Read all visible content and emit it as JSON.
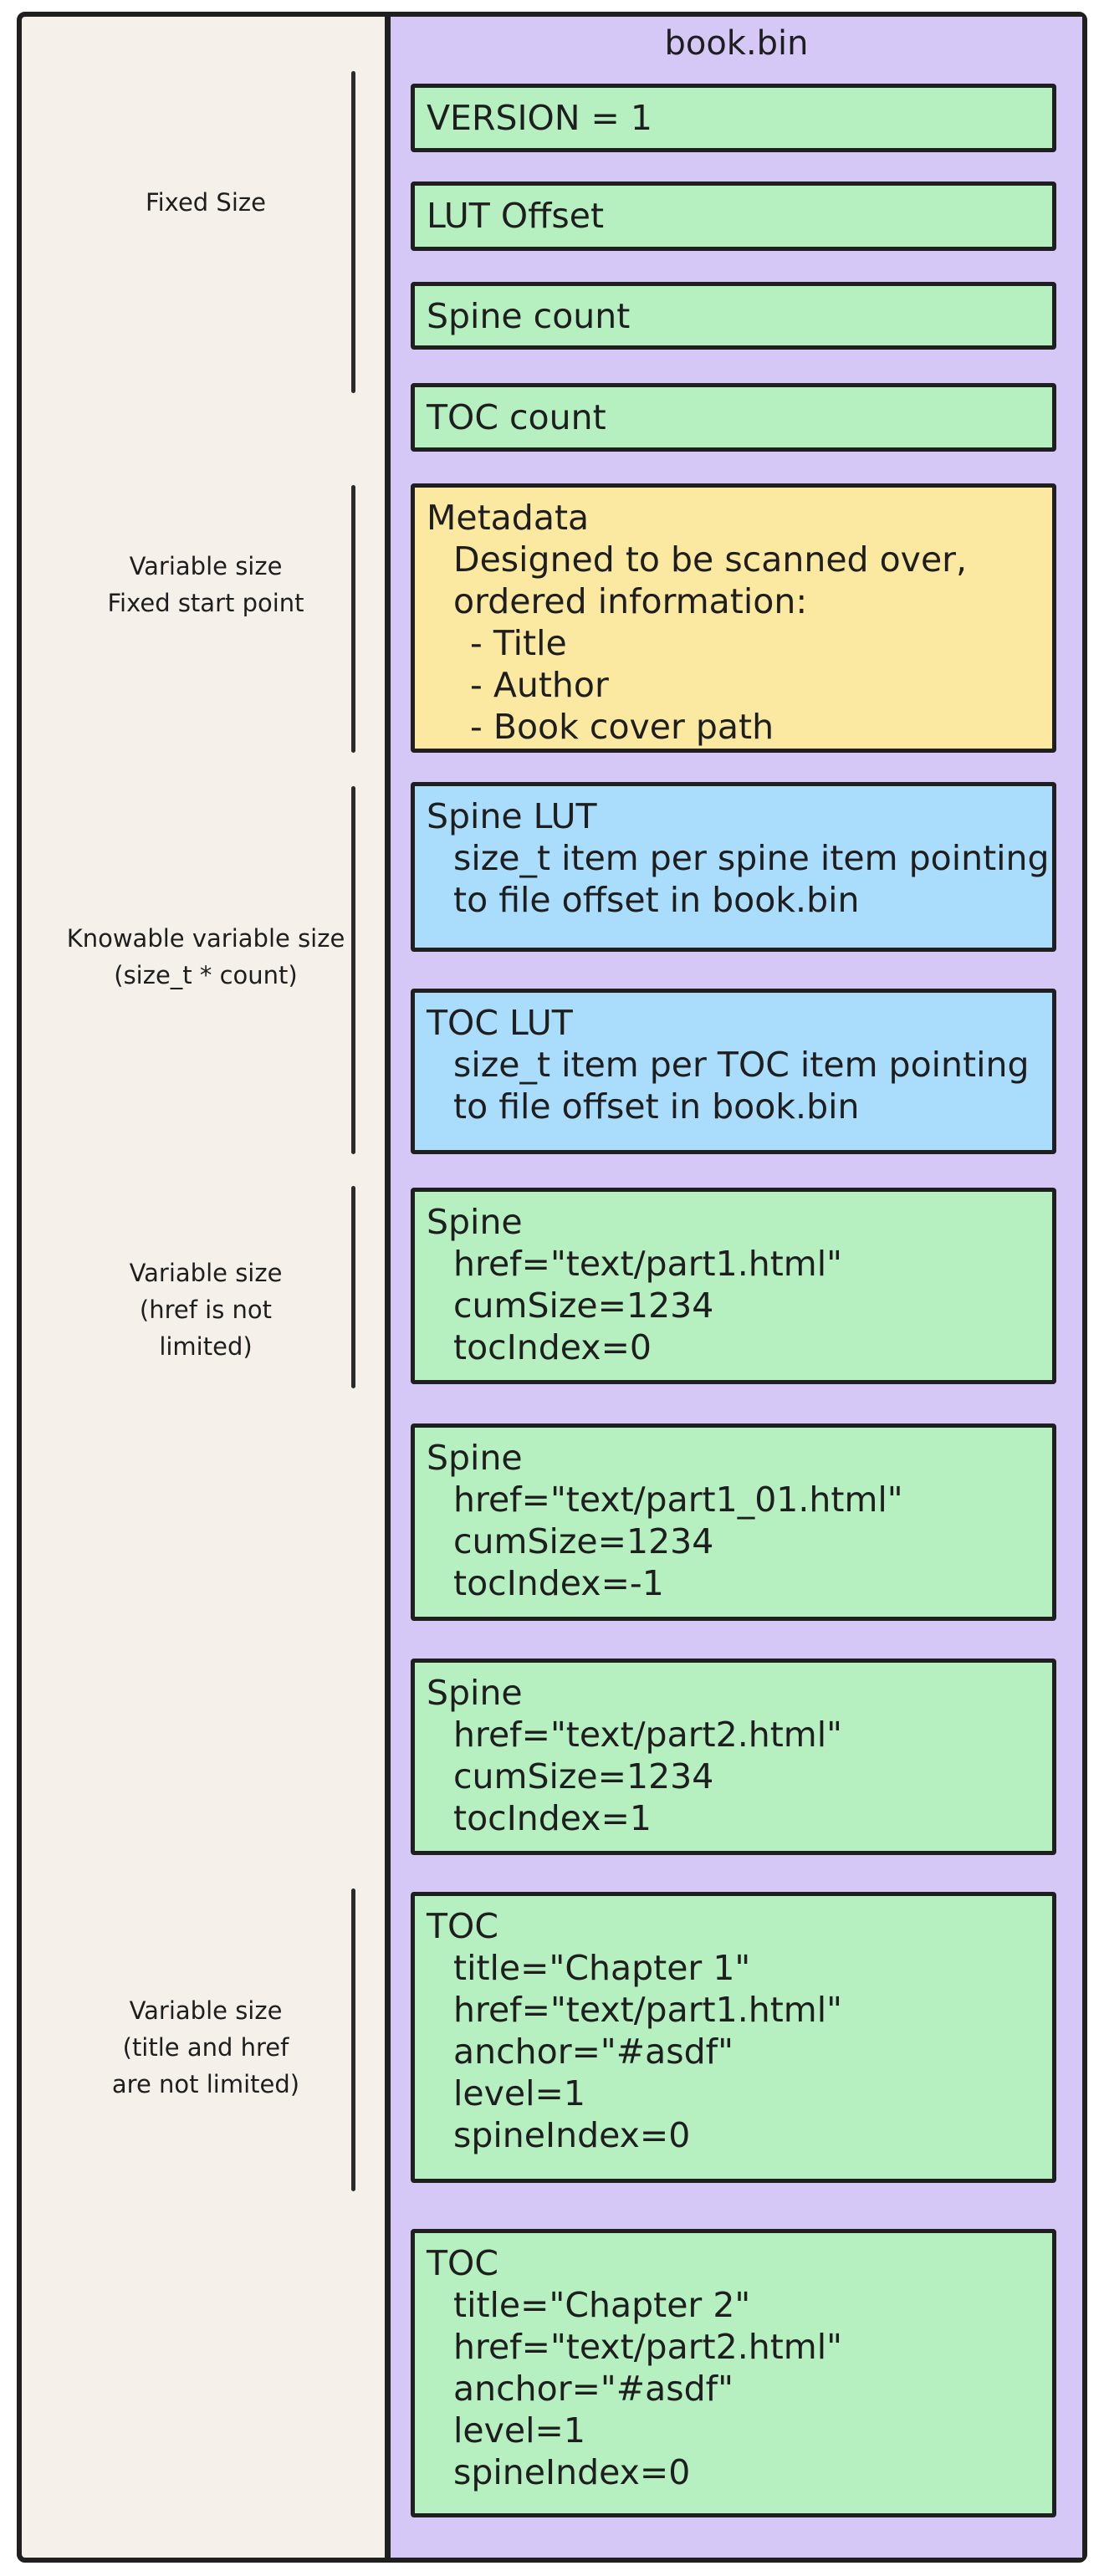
{
  "palette": {
    "stroke": "#1f1f1f",
    "cream": "#f5f0ea",
    "purple": "#d5c8f7",
    "green": "#b6f0c0",
    "yellow": "#fbe9a1",
    "blue": "#aadcfb"
  },
  "file": {
    "title": "book.bin"
  },
  "side_labels": [
    {
      "lines": [
        "Fixed Size"
      ]
    },
    {
      "lines": [
        "Variable size",
        "Fixed start point"
      ]
    },
    {
      "lines": [
        "Knowable variable size",
        "(size_t * count)"
      ]
    },
    {
      "lines": [
        "Variable size",
        "(href is not",
        "limited)"
      ]
    },
    {
      "lines": [
        "Variable size",
        "(title and href",
        "are not limited)"
      ]
    }
  ],
  "blocks": [
    {
      "id": "version",
      "color": "green",
      "lines": [
        {
          "ind": 0,
          "t": "VERSION = 1"
        }
      ]
    },
    {
      "id": "lut-offset",
      "color": "green",
      "lines": [
        {
          "ind": 0,
          "t": "LUT Offset"
        }
      ]
    },
    {
      "id": "spine-count",
      "color": "green",
      "lines": [
        {
          "ind": 0,
          "t": "Spine count"
        }
      ]
    },
    {
      "id": "toc-count",
      "color": "green",
      "lines": [
        {
          "ind": 0,
          "t": "TOC count"
        }
      ]
    },
    {
      "id": "metadata",
      "color": "yellow",
      "lines": [
        {
          "ind": 0,
          "t": "Metadata"
        },
        {
          "ind": 1,
          "t": "Designed to be scanned over,"
        },
        {
          "ind": 1,
          "t": "ordered information:"
        },
        {
          "ind": 2,
          "t": "- Title"
        },
        {
          "ind": 2,
          "t": "- Author"
        },
        {
          "ind": 2,
          "t": "- Book cover path"
        }
      ]
    },
    {
      "id": "spine-lut",
      "color": "blue",
      "lines": [
        {
          "ind": 0,
          "t": "Spine LUT"
        },
        {
          "ind": 1,
          "t": "size_t item per spine item pointing"
        },
        {
          "ind": 1,
          "t": "to file offset in book.bin"
        }
      ]
    },
    {
      "id": "toc-lut",
      "color": "blue",
      "lines": [
        {
          "ind": 0,
          "t": "TOC LUT"
        },
        {
          "ind": 1,
          "t": "size_t item per TOC item pointing"
        },
        {
          "ind": 1,
          "t": "to file offset in book.bin"
        }
      ]
    },
    {
      "id": "spine-1",
      "color": "green",
      "lines": [
        {
          "ind": 0,
          "t": "Spine"
        },
        {
          "ind": 1,
          "t": "href=\"text/part1.html\""
        },
        {
          "ind": 1,
          "t": "cumSize=1234"
        },
        {
          "ind": 1,
          "t": "tocIndex=0"
        }
      ]
    },
    {
      "id": "spine-2",
      "color": "green",
      "lines": [
        {
          "ind": 0,
          "t": "Spine"
        },
        {
          "ind": 1,
          "t": "href=\"text/part1_01.html\""
        },
        {
          "ind": 1,
          "t": "cumSize=1234"
        },
        {
          "ind": 1,
          "t": "tocIndex=-1"
        }
      ]
    },
    {
      "id": "spine-3",
      "color": "green",
      "lines": [
        {
          "ind": 0,
          "t": "Spine"
        },
        {
          "ind": 1,
          "t": "href=\"text/part2.html\""
        },
        {
          "ind": 1,
          "t": "cumSize=1234"
        },
        {
          "ind": 1,
          "t": "tocIndex=1"
        }
      ]
    },
    {
      "id": "toc-1",
      "color": "green",
      "lines": [
        {
          "ind": 0,
          "t": "TOC"
        },
        {
          "ind": 1,
          "t": "title=\"Chapter 1\""
        },
        {
          "ind": 1,
          "t": "href=\"text/part1.html\""
        },
        {
          "ind": 1,
          "t": "anchor=\"#asdf\""
        },
        {
          "ind": 1,
          "t": "level=1"
        },
        {
          "ind": 1,
          "t": "spineIndex=0"
        }
      ]
    },
    {
      "id": "toc-2",
      "color": "green",
      "lines": [
        {
          "ind": 0,
          "t": "TOC"
        },
        {
          "ind": 1,
          "t": "title=\"Chapter 2\""
        },
        {
          "ind": 1,
          "t": "href=\"text/part2.html\""
        },
        {
          "ind": 1,
          "t": "anchor=\"#asdf\""
        },
        {
          "ind": 1,
          "t": "level=1"
        },
        {
          "ind": 1,
          "t": "spineIndex=0"
        }
      ]
    }
  ]
}
